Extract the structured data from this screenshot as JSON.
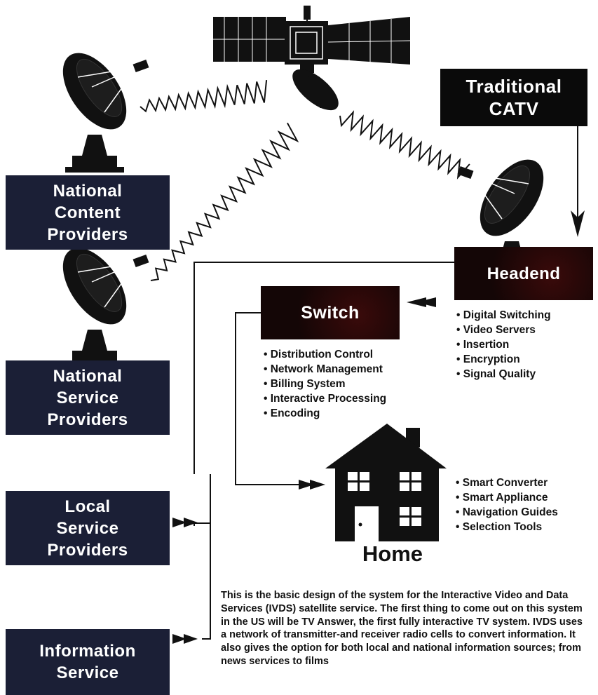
{
  "nodes": {
    "traditional_catv": [
      "Traditional",
      "CATV"
    ],
    "national_content": [
      "National",
      "Content",
      "Providers"
    ],
    "national_service": [
      "National",
      "Service",
      "Providers"
    ],
    "local_service": [
      "Local",
      "Service",
      "Providers"
    ],
    "information_service": [
      "Information",
      "Service"
    ],
    "headend": "Headend",
    "switch": "Switch",
    "home": "Home"
  },
  "headend_features": [
    "Digital Switching",
    "Video Servers",
    "Insertion",
    "Encryption",
    "Signal Quality"
  ],
  "switch_features": [
    "Distribution Control",
    "Network Management",
    "Billing System",
    "Interactive Processing",
    "Encoding"
  ],
  "home_features": [
    "Smart Converter",
    "Smart Appliance",
    "Navigation Guides",
    "Selection Tools"
  ],
  "caption": "This is the basic design of the system for the Interactive Video and Data Services (IVDS) satellite service. The first thing to come out on this system in the US will be TV Answer, the first fully interactive TV system. IVDS uses a network of transmitter-and receiver radio cells to convert information. It also gives the option for both local and national information sources; from news services to films",
  "icons": [
    "satellite-icon",
    "satellite-dish-icon",
    "house-icon",
    "signal-wave-icon",
    "arrow-icon"
  ],
  "colors": {
    "provider_box": "#1b1f36",
    "dark_box": "#0a0a0a",
    "headend_box": "#140606",
    "ink": "#111111"
  }
}
